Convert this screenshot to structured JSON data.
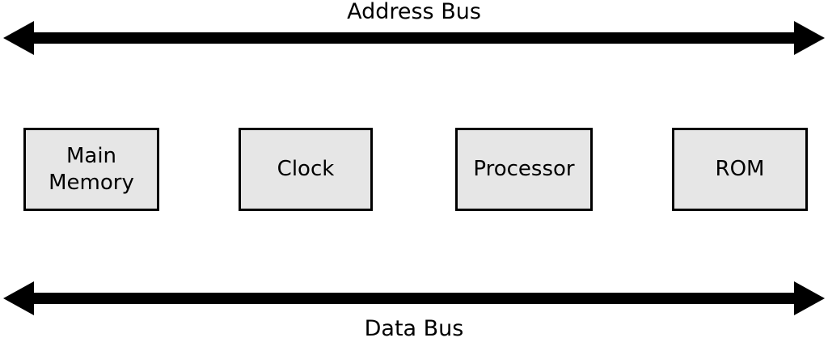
{
  "diagram": {
    "address_bus_label": "Address Bus",
    "data_bus_label": "Data Bus",
    "components": [
      {
        "label": "Main Memory"
      },
      {
        "label": "Clock"
      },
      {
        "label": "Processor"
      },
      {
        "label": "ROM"
      }
    ]
  },
  "colors": {
    "background": "#ffffff",
    "box_fill": "#e6e6e6",
    "box_border": "#000000",
    "arrow": "#000000",
    "text": "#000000"
  }
}
